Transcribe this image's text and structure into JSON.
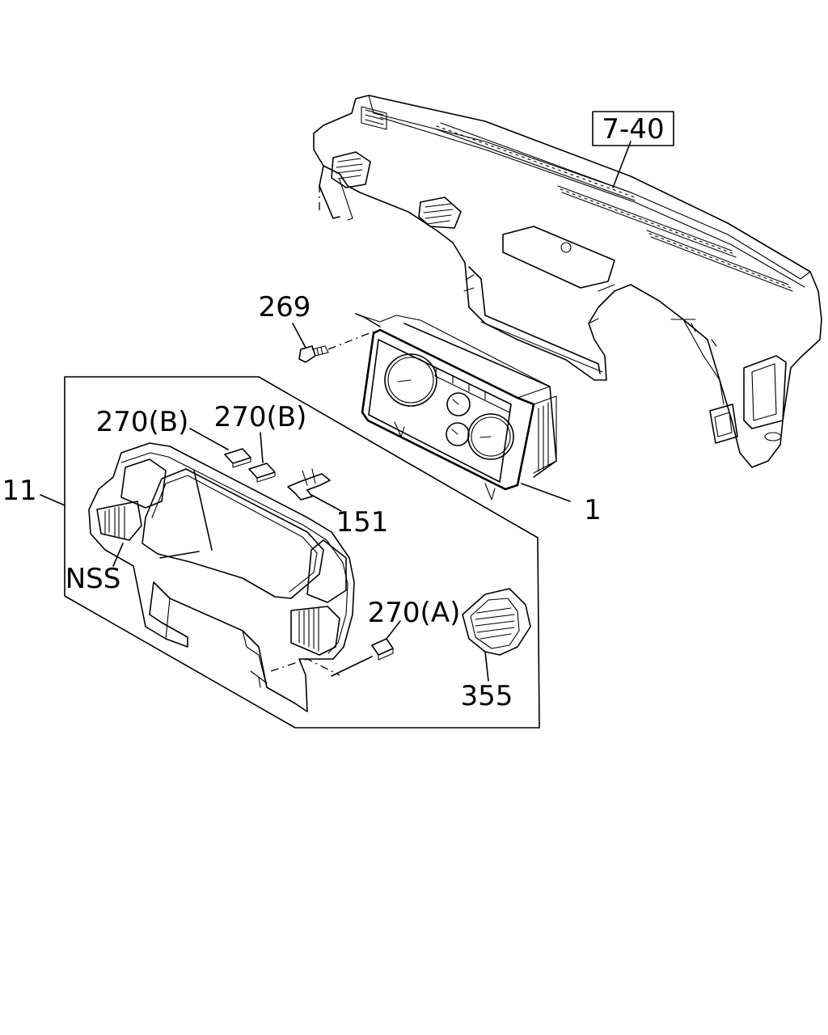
{
  "diagram": {
    "callouts": {
      "ref_7_40": "7-40",
      "part_269": "269",
      "part_270b_1": "270(B)",
      "part_270b_2": "270(B)",
      "part_151": "151",
      "part_1": "1",
      "part_11": "11",
      "part_nss": "NSS",
      "part_270a": "270(A)",
      "part_355": "355"
    }
  }
}
